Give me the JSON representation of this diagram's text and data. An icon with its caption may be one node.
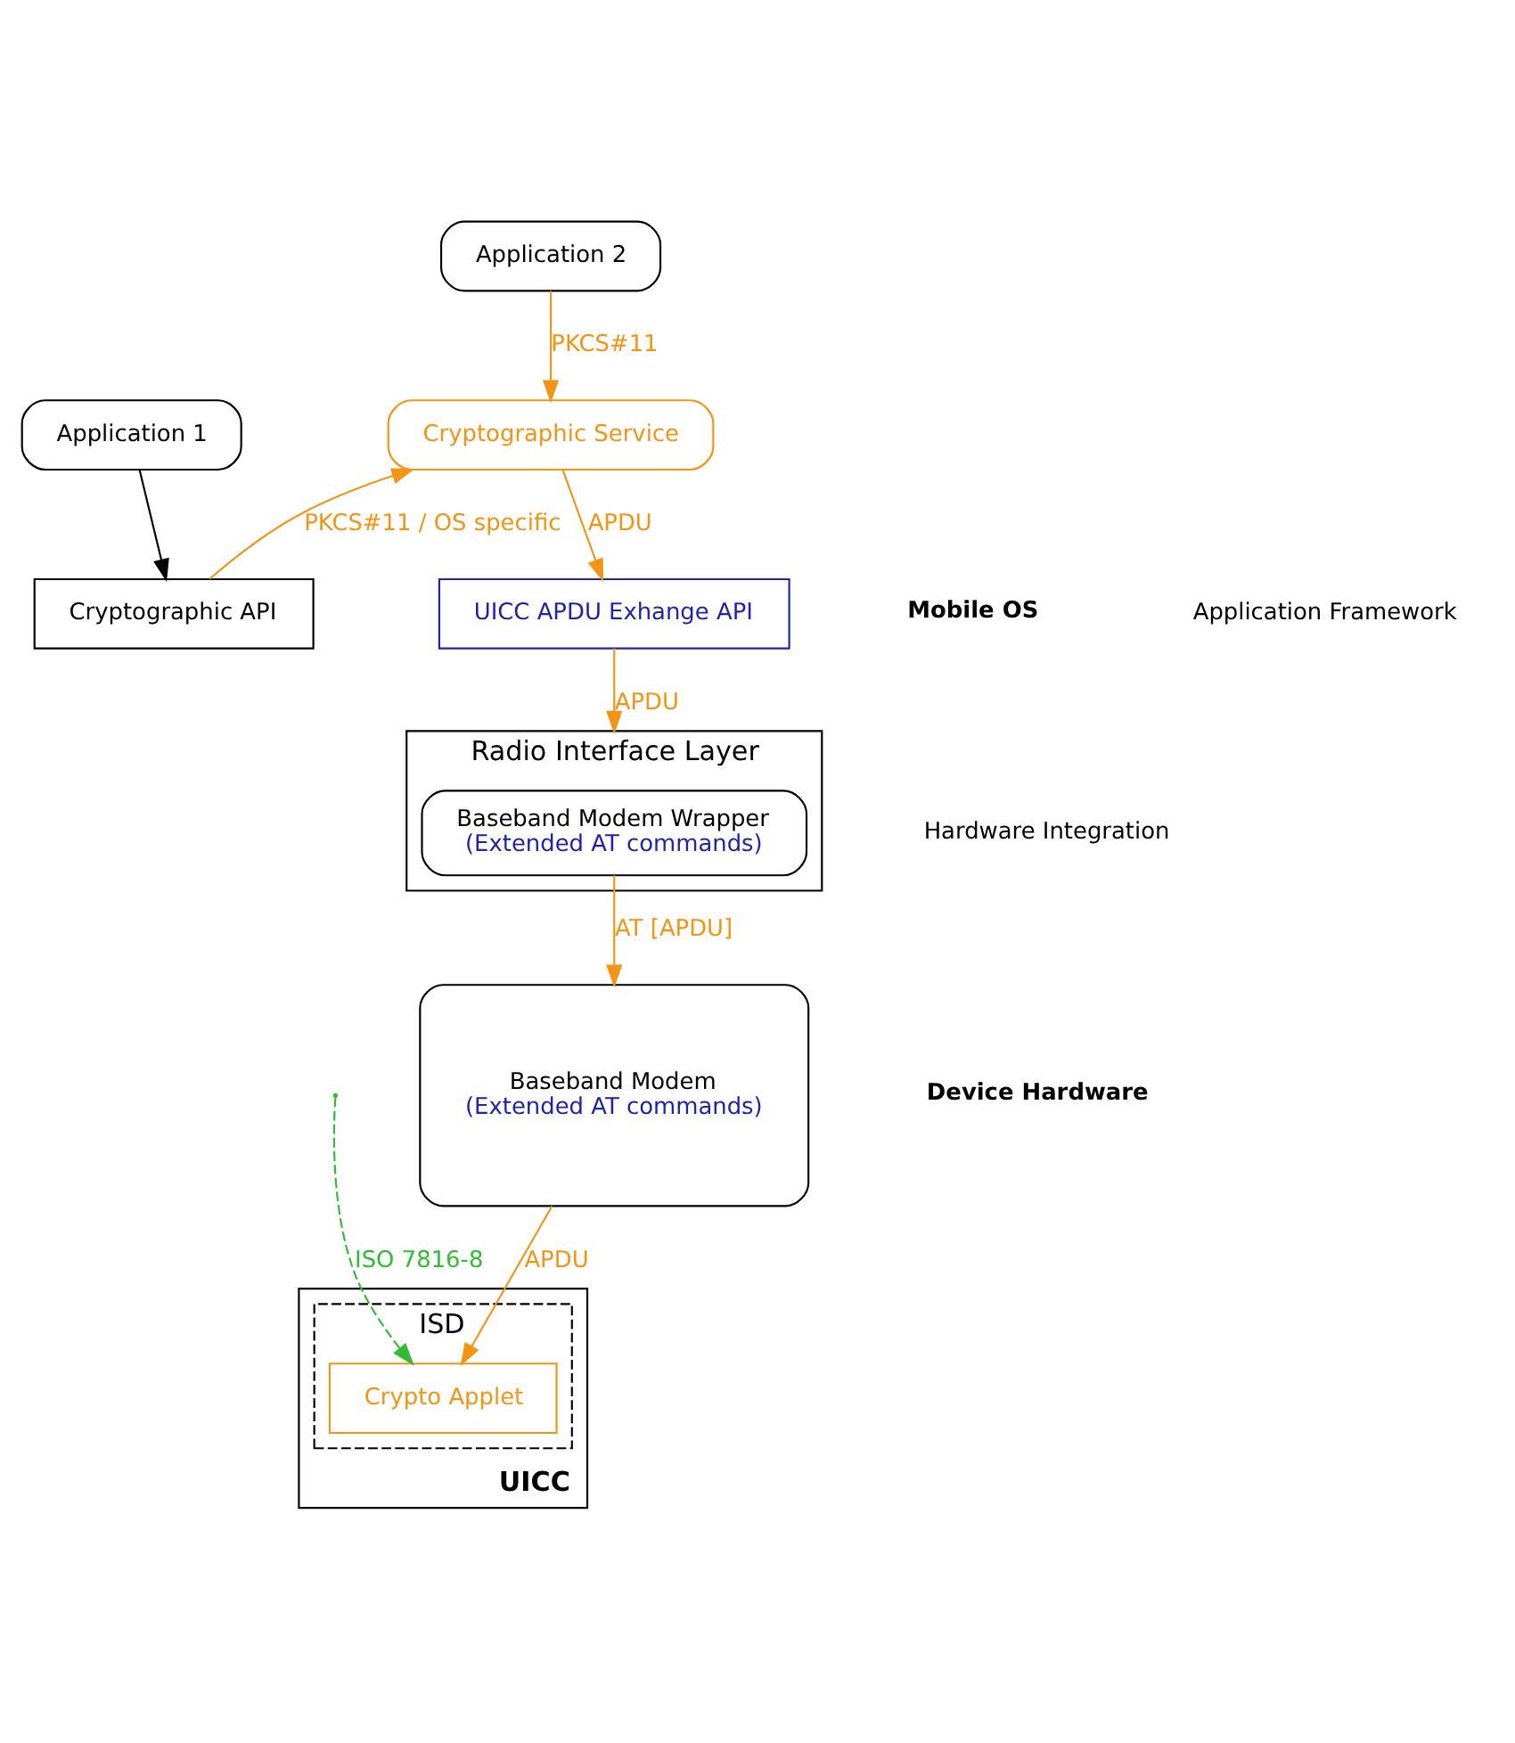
{
  "diagram": {
    "nodes": [
      {
        "text": [
          "Application 1"
        ]
      },
      {
        "text": [
          "Application 2"
        ]
      },
      {
        "text": [
          "Cryptographic Service"
        ]
      },
      {
        "text": [
          "Cryptographic API"
        ]
      },
      {
        "text": [
          "UICC APDU Exhange API"
        ]
      },
      {
        "text": [
          "Radio Interface Layer"
        ]
      },
      {
        "text": [
          "Baseband Modem Wrapper",
          "(Extended AT commands)"
        ],
        "in": 5
      },
      {
        "text": [
          "Baseband Modem",
          "(Extended AT commands)"
        ]
      },
      {
        "text": [
          "UICC"
        ]
      },
      {
        "text": [
          "ISD"
        ],
        "in": 8
      },
      {
        "text": [
          "Crypto Applet"
        ],
        "in": 9
      }
    ],
    "edges": [
      {
        "from": 0,
        "to": 3,
        "arrow": "to",
        "color": "#000000"
      },
      {
        "from": 1,
        "to": 2,
        "arrow": "to",
        "label": "PKCS#11"
      },
      {
        "from": 3,
        "to": 2,
        "arrow": "to",
        "label": "PKCS#11 / OS specific"
      },
      {
        "from": 2,
        "to": 4,
        "arrow": "to",
        "label": "APDU"
      },
      {
        "from": 4,
        "to": 5,
        "arrow": "to",
        "label": "APDU"
      },
      {
        "from": 6,
        "to": 7,
        "arrow": "to",
        "label": "AT [APDU]"
      },
      {
        "from": 7,
        "to": 10,
        "arrow": "to",
        "label": "APDU"
      },
      {
        "from": null,
        "to": 10,
        "arrow": "to",
        "label": "ISO 7816-8",
        "style": "dashed",
        "color": "#33bb33"
      }
    ],
    "labels": [
      "Mobile OS",
      "Application Framework",
      "Hardware Integration",
      "Device Hardware"
    ]
  }
}
